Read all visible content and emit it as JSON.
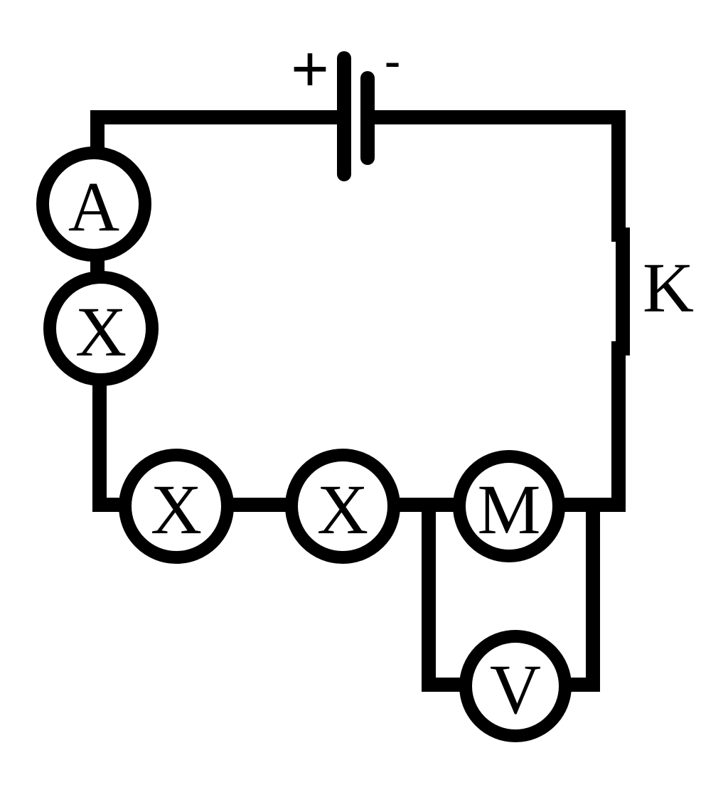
{
  "diagram": {
    "battery": {
      "plus_label": "+",
      "minus_label": "-"
    },
    "switch": {
      "label": "K"
    },
    "ammeter": {
      "label": "A"
    },
    "lamp_1": {
      "label": "X"
    },
    "lamp_2": {
      "label": "X"
    },
    "lamp_3": {
      "label": "X"
    },
    "motor": {
      "label": "M"
    },
    "voltmeter": {
      "label": "V"
    }
  }
}
